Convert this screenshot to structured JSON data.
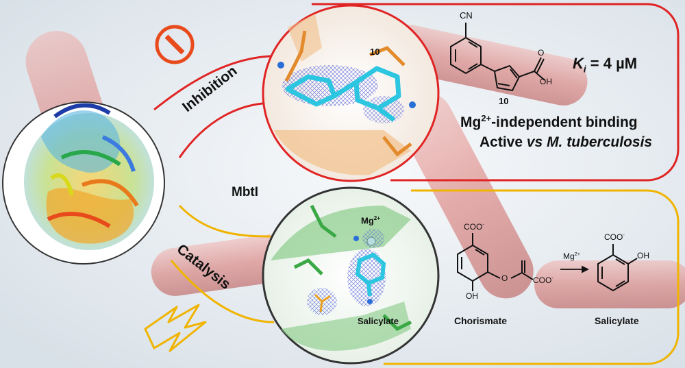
{
  "colors": {
    "inhibition": "#e02424",
    "catalysis": "#f0b400",
    "background": "#e9eef2",
    "bacteria": "#d9706c"
  },
  "icons": [
    "no-entry-icon",
    "lightning-icon"
  ],
  "labels": {
    "inhibition": "Inhibition",
    "catalysis": "Catalysis",
    "enzyme": "MbtI",
    "compound_number_structure": "10",
    "compound_number_chem": "10",
    "ki_symbol": "K",
    "ki_subscript": "i",
    "ki_value": " = 4 µM",
    "mg_binding_pre": "Mg",
    "mg_binding_sup": "2+",
    "mg_binding_post": "-independent binding",
    "active_pre": "Active ",
    "active_vs": "vs",
    "active_post": " M. tuberculosis",
    "mg_site_pre": "Mg",
    "mg_site_sup": "2+",
    "salicylate_site": "Salicylate",
    "chorismate": "Chorismate",
    "salicylate_product": "Salicylate",
    "arrow_mg": "Mg",
    "arrow_mg_sup": "2+"
  },
  "chemistry": {
    "inhibitor_groups": {
      "cn": "CN",
      "o": "O",
      "oh": "OH"
    },
    "chorismate_groups": {
      "coo_top": "COO",
      "coo_top_charge": "-",
      "oh": "OH",
      "o": "O",
      "coo_side": "COO",
      "coo_side_charge": "-"
    },
    "salicylate_groups": {
      "coo": "COO",
      "coo_charge": "-",
      "oh": "OH"
    }
  }
}
